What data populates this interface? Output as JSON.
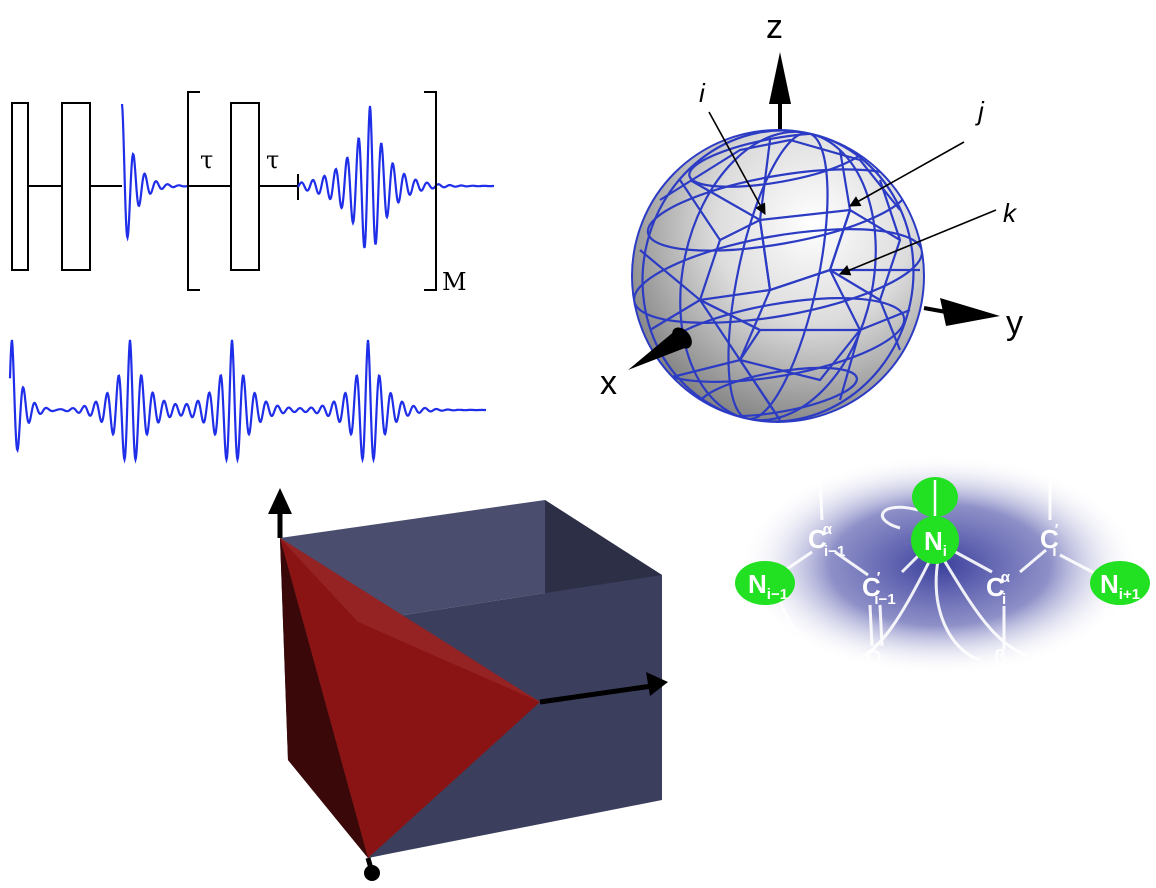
{
  "pulse_sequence": {
    "tau_1": "τ",
    "tau_2": "τ",
    "repeat_label": "M"
  },
  "sphere": {
    "axis_z": "z",
    "axis_y": "y",
    "axis_x": "x",
    "vertex_i": "i",
    "vertex_j": "j",
    "vertex_k": "k"
  },
  "molecule": {
    "n_prev": "N",
    "n_prev_sub": "i−1",
    "c_alpha_prev": "C",
    "c_alpha_prev_sup": "α",
    "c_alpha_prev_sub": "i−1",
    "c_prime_prev": "C",
    "c_prime_prev_sup": "′",
    "c_prime_prev_sub": "i−1",
    "oxygen": "O",
    "n_center": "N",
    "n_center_sub": "i",
    "c_alpha_i": "C",
    "c_alpha_i_sup": "α",
    "c_alpha_i_sub": "i",
    "beta": "β",
    "c_prime_i": "C",
    "c_prime_i_sup": "′",
    "c_prime_i_sub": "i",
    "n_next": "N",
    "n_next_sub": "i+1"
  },
  "colors": {
    "fid_blue": "#1f2ee8",
    "sphere_mesh": "#2c3bc4",
    "cube_face": "#3b3e5c",
    "tetra_red": "#8a1414",
    "nitrogen_green": "#22e022",
    "halo_blue": "#3b3f9c"
  }
}
